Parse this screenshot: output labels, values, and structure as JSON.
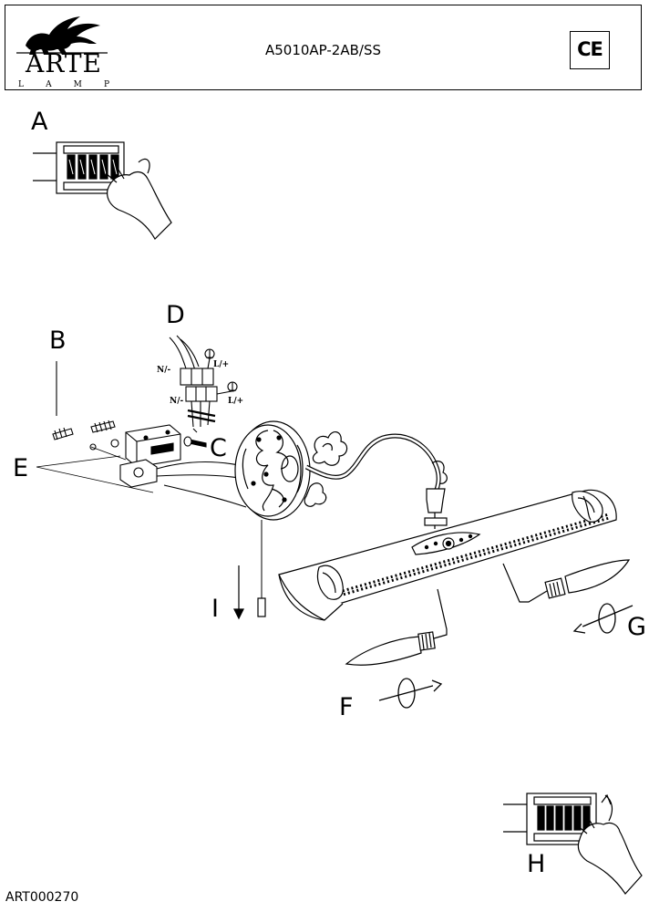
{
  "header": {
    "brand": "ARTE",
    "brand_sub": [
      "L",
      "A",
      "M",
      "P"
    ],
    "model": "A5010AP-2AB/SS",
    "certification_mark": "CE"
  },
  "steps": {
    "A": "A",
    "B": "B",
    "C": "C",
    "D": "D",
    "E": "E",
    "F": "F",
    "G": "G",
    "H": "H",
    "I": "I"
  },
  "wiring": {
    "neutral_top": "N/-",
    "live_top": "L/+",
    "neutral_bottom": "N/-",
    "live_bottom": "L/+"
  },
  "footer": {
    "code": "ART000270"
  }
}
